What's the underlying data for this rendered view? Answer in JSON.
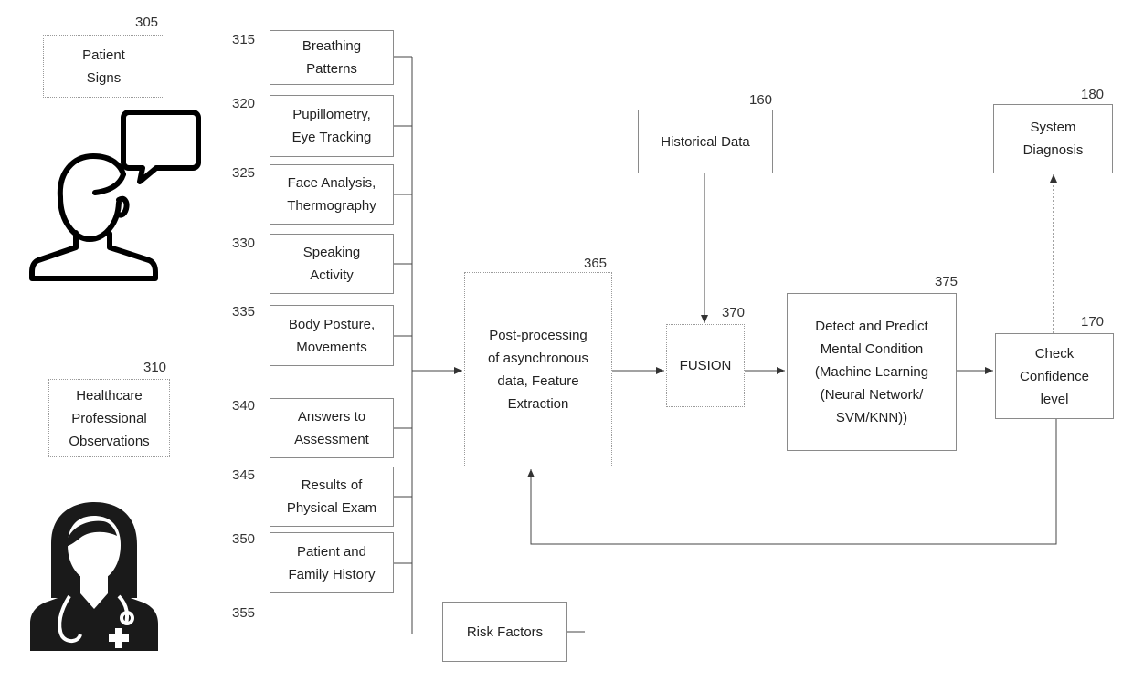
{
  "patient_signs": {
    "ref": "305",
    "label": "Patient\nSigns"
  },
  "healthcare_observations": {
    "ref": "310",
    "label": "Healthcare\nProfessional\nObservations"
  },
  "inputs": [
    {
      "ref": "315",
      "label": "Breathing\nPatterns"
    },
    {
      "ref": "320",
      "label": "Pupillometry,\nEye Tracking"
    },
    {
      "ref": "325",
      "label": "Face Analysis,\nThermography"
    },
    {
      "ref": "330",
      "label": "Speaking\nActivity"
    },
    {
      "ref": "335",
      "label": "Body Posture,\nMovements"
    },
    {
      "ref": "340",
      "label": "Answers to\nAssessment"
    },
    {
      "ref": "345",
      "label": "Results of\nPhysical Exam"
    },
    {
      "ref": "350",
      "label": "Patient and\nFamily History"
    },
    {
      "ref": "355",
      "label": ""
    }
  ],
  "risk_factors": {
    "label": "Risk Factors"
  },
  "postprocessing": {
    "ref": "365",
    "label": "Post-processing\nof asynchronous\ndata, Feature\nExtraction"
  },
  "historical_data": {
    "ref": "160",
    "label": "Historical Data"
  },
  "fusion": {
    "ref": "370",
    "label": "FUSION"
  },
  "detect": {
    "ref": "375",
    "label": "Detect and Predict\nMental Condition\n(Machine Learning\n(Neural Network/\nSVM/KNN))"
  },
  "check_confidence": {
    "ref": "170",
    "label": "Check\nConfidence\nlevel"
  },
  "system_diagnosis": {
    "ref": "180",
    "label": "System\nDiagnosis"
  },
  "icons": {
    "patient": "patient-speech-icon",
    "doctor": "doctor-stethoscope-icon"
  }
}
